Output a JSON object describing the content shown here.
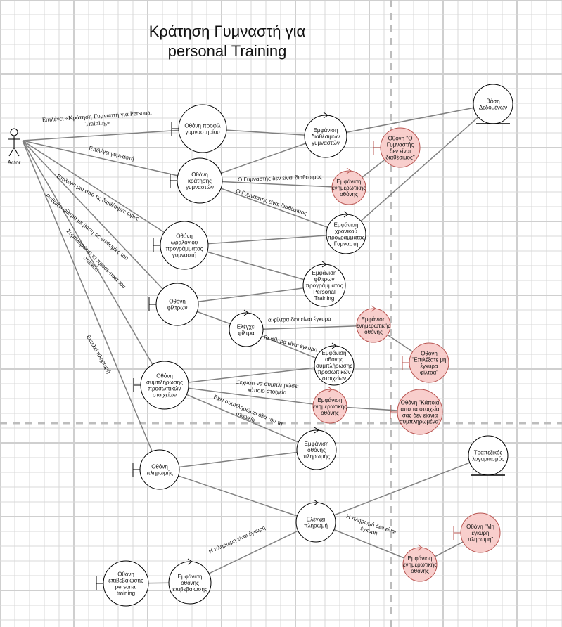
{
  "title": [
    "Κράτηση Γυμναστή για",
    "personal Training"
  ],
  "actor": "Actor",
  "nodes": {
    "profile": [
      "Οθόνη προφίλ",
      "γυμναστηρίου"
    ],
    "booking": [
      "Οθόνη",
      "κράτησης",
      "γυμναστών"
    ],
    "schedule": [
      "Οθόνη",
      "ωραλόγιου",
      "προγράμματος",
      "γυμναστή"
    ],
    "filters": [
      "Οθόνη",
      "φίλτρων"
    ],
    "personal": [
      "Οθόνη",
      "συμπλήρωσης",
      "προσωπικών",
      "στοιχείων"
    ],
    "payment": [
      "Οθόνη",
      "πληρωμής"
    ],
    "confirm": [
      "Οθόνη",
      "επιβεβαίωσης",
      "personal",
      "training"
    ],
    "showAvail": [
      "Εμφάνιση",
      "διαθέσιμων",
      "γυμναστών"
    ],
    "notify1": [
      "Εμφάνιση",
      "ενημερωτικής",
      "οθόνης"
    ],
    "showSched": [
      "Εμφάνιση",
      "χρονικού",
      "προγράμματος",
      "Γυμναστή"
    ],
    "showFilters": [
      "Εμφάνιση",
      "φίλτρων",
      "προγράμματος",
      "Personal",
      "Training"
    ],
    "checkFilters": [
      "Ελέγχει",
      "φίλτρα"
    ],
    "notify2": [
      "Εμφάνιση",
      "ενημερωτικής",
      "οθόνης"
    ],
    "showPersonal": [
      "Εμφάνιση",
      "οθόνης",
      "συμπλήρωσης",
      "προσωπικών",
      "στοιχείων"
    ],
    "notify3": [
      "Εμφάνιση",
      "ενημερωτικής",
      "οθόνης"
    ],
    "showPayment": [
      "Εμφάνιση",
      "οθόνης",
      "πληρωμής"
    ],
    "checkPayment": [
      "Ελέγχει",
      "πληρωμή"
    ],
    "notify4": [
      "Εμφάνιση",
      "ενημερωτικής",
      "οθόνης"
    ],
    "showConfirm": [
      "Εμφάνιση",
      "οθόνης",
      "επιβεβαίωσης"
    ],
    "db": [
      "Βάση",
      "Δεδομένων"
    ],
    "bank": [
      "Τραπεζικός",
      "λογαριασμός"
    ],
    "errNotAvail": [
      "Οθόνη \"Ο",
      "Γυμναστής",
      "δεν είναι",
      "διαθέσιμος\""
    ],
    "errFilters": [
      "Οθόνη",
      "\"Επιλέξατε μη",
      "έγκυρα",
      "φίλτρα\""
    ],
    "errMissing": [
      "Οθόνη \"Κάποια",
      "απο τα στοιχεία",
      "σας δεν είανια",
      "συμπληρωμένα\""
    ],
    "errPayment": [
      "Οθόνη \"Μη",
      "έγκυρη",
      "πληρωμή\""
    ]
  },
  "edges": {
    "e1": [
      "Επιλέγει «Κράτηση Γυμναστή για Personal",
      "Training»"
    ],
    "e2": "Επιλέγει γυμναστή",
    "e3": "Επιλεγει μια απο τις διαθέσιμες ώρες",
    "e4": "Ρυθμίζει φίλτρα με βάση τις επιθυμίες του",
    "e5": [
      "Συμπληρώνει τα προσωπικά του",
      "στοιχεία"
    ],
    "e6": "Εκτελεί πληρωμή",
    "e7": "Ο Γυμναστής δεν είναι διαθέσιμος",
    "e8": "Ο Γυμναστής είναι διαθέσιμος",
    "e9": "Τα φίλτρα δεν είναι έγκυρα",
    "e10": "Τα φίλτρα είναι έγκυρα",
    "e11": [
      "Ξεχνάει να συμπληρώσει",
      "κάποιο στοιχείο"
    ],
    "e12": [
      "Εχει συμπληρώσει όλα του τα",
      "στοιχεία"
    ],
    "e13": [
      "Η πληρωμή δεν είναι",
      "έγκυρη"
    ],
    "e14": "Η πληρωμή είναι έγκυρη"
  },
  "colors": {
    "grid": "#d9d9d9",
    "gridMajor": "#cfcfcf",
    "dashed": "#bdbdbd",
    "error_fill": "#f8cecc",
    "error_stroke": "#b85450",
    "line": "#808080",
    "node_fill": "#ffffff",
    "node_stroke": "#000000"
  }
}
